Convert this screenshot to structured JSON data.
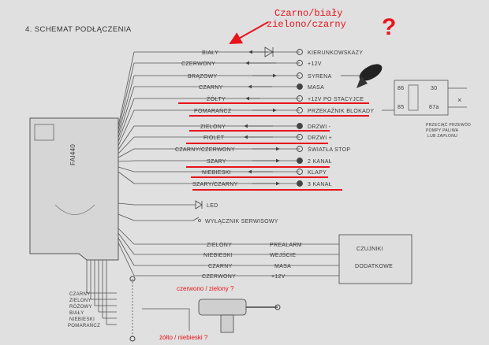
{
  "title": "4. SCHEMAT PODŁĄCZENIA",
  "unit": {
    "label": "FAI440"
  },
  "wires": [
    {
      "label": "BIAŁY",
      "dest": "KIERUNKOWSKAZY"
    },
    {
      "label": "CZERWONY",
      "dest": "+12V"
    },
    {
      "label": "BRĄZOWY",
      "dest": "SYRENA"
    },
    {
      "label": "CZARNY",
      "dest": "MASA"
    },
    {
      "label": "ŻÓŁTY",
      "dest": "+12V PO STACYJCE"
    },
    {
      "label": "POMARAŃCZ",
      "dest": "PRZEKAŹNIK BLOKADY"
    },
    {
      "label": "ZIELONY",
      "dest": "DRZWI -"
    },
    {
      "label": "FIOLET",
      "dest": "DRZWI +"
    },
    {
      "label": "CZARNY/CZERWONY",
      "dest": "ŚWIATŁA STOP"
    },
    {
      "label": "SZARY",
      "dest": "2 KANAŁ"
    },
    {
      "label": "NIEBIESKI",
      "dest": "KLAPY"
    },
    {
      "label": "SZARY/CZARNY",
      "dest": "3 KANAŁ"
    }
  ],
  "extras": {
    "led": "LED",
    "service": "WYŁĄCZNIK SERWISOWY"
  },
  "relay": {
    "pins": [
      "86",
      "85",
      "30",
      "87a"
    ],
    "cut": "×",
    "note": [
      "PRZECIĄĆ PRZEWÓD",
      "POMPY PALIWA",
      "LUB ZAPŁONU"
    ]
  },
  "sensor": {
    "wires": [
      {
        "label": "ZIELONY",
        "dest": "PREALARM"
      },
      {
        "label": "NIEBIESKI",
        "dest": "WEJŚCIE"
      },
      {
        "label": "CZARNY",
        "dest": "MASA"
      },
      {
        "label": "CZERWONY",
        "dest": "+12V"
      }
    ],
    "box": [
      "CZUJNIKI",
      "DODATKOWE"
    ]
  },
  "bottom": {
    "wires": [
      "CZARNY",
      "ZIELONY",
      "RÓŻOWY",
      "BIAŁY",
      "NIEBIESKI",
      "POMARAŃCZ"
    ]
  },
  "annotations": {
    "top": [
      "Czarno/biały",
      "zielono/czarny"
    ],
    "question": "?",
    "bottom": [
      "czerwono / zielony ?",
      "żółto / niebieski ?"
    ]
  },
  "colors": {
    "annotation": "#e8141c",
    "ink": "#3a3a3a",
    "paper": "#e2e2e2"
  }
}
